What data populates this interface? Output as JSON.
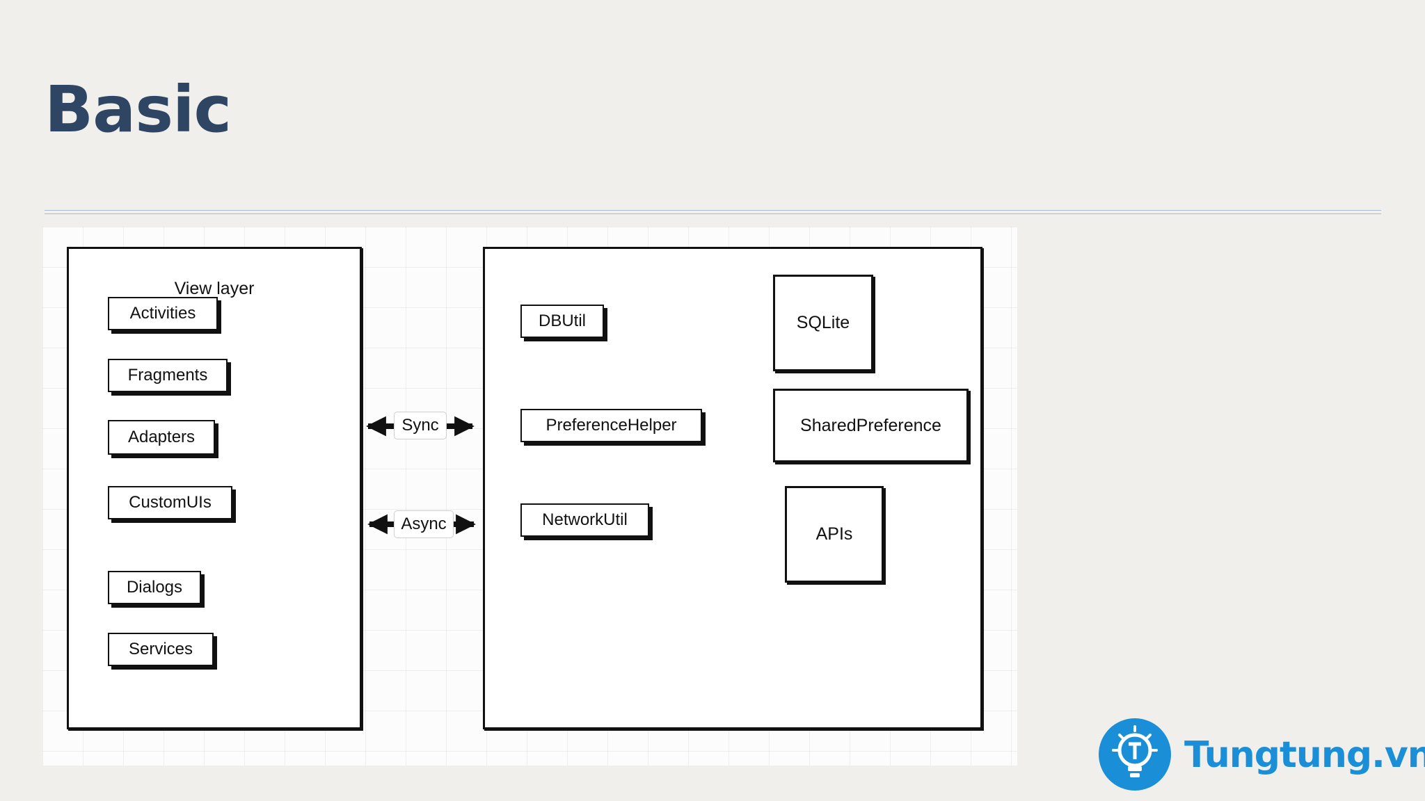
{
  "slide": {
    "title": "Basic"
  },
  "diagram": {
    "view_layer": {
      "label": "View layer",
      "items": [
        "Activities",
        "Fragments",
        "Adapters",
        "CustomUIs",
        "Dialogs",
        "Services"
      ]
    },
    "connectors": {
      "sync_label": "Sync",
      "async_label": "Async"
    },
    "data_layer": {
      "helpers": [
        "DBUtil",
        "PreferenceHelper",
        "NetworkUtil"
      ],
      "stores": [
        "SQLite",
        "SharedPreference",
        "APIs"
      ]
    }
  },
  "brand": {
    "name": "Tungtung.vn",
    "logo_icon": "lightbulb-icon",
    "color": "#1a8fd8"
  }
}
